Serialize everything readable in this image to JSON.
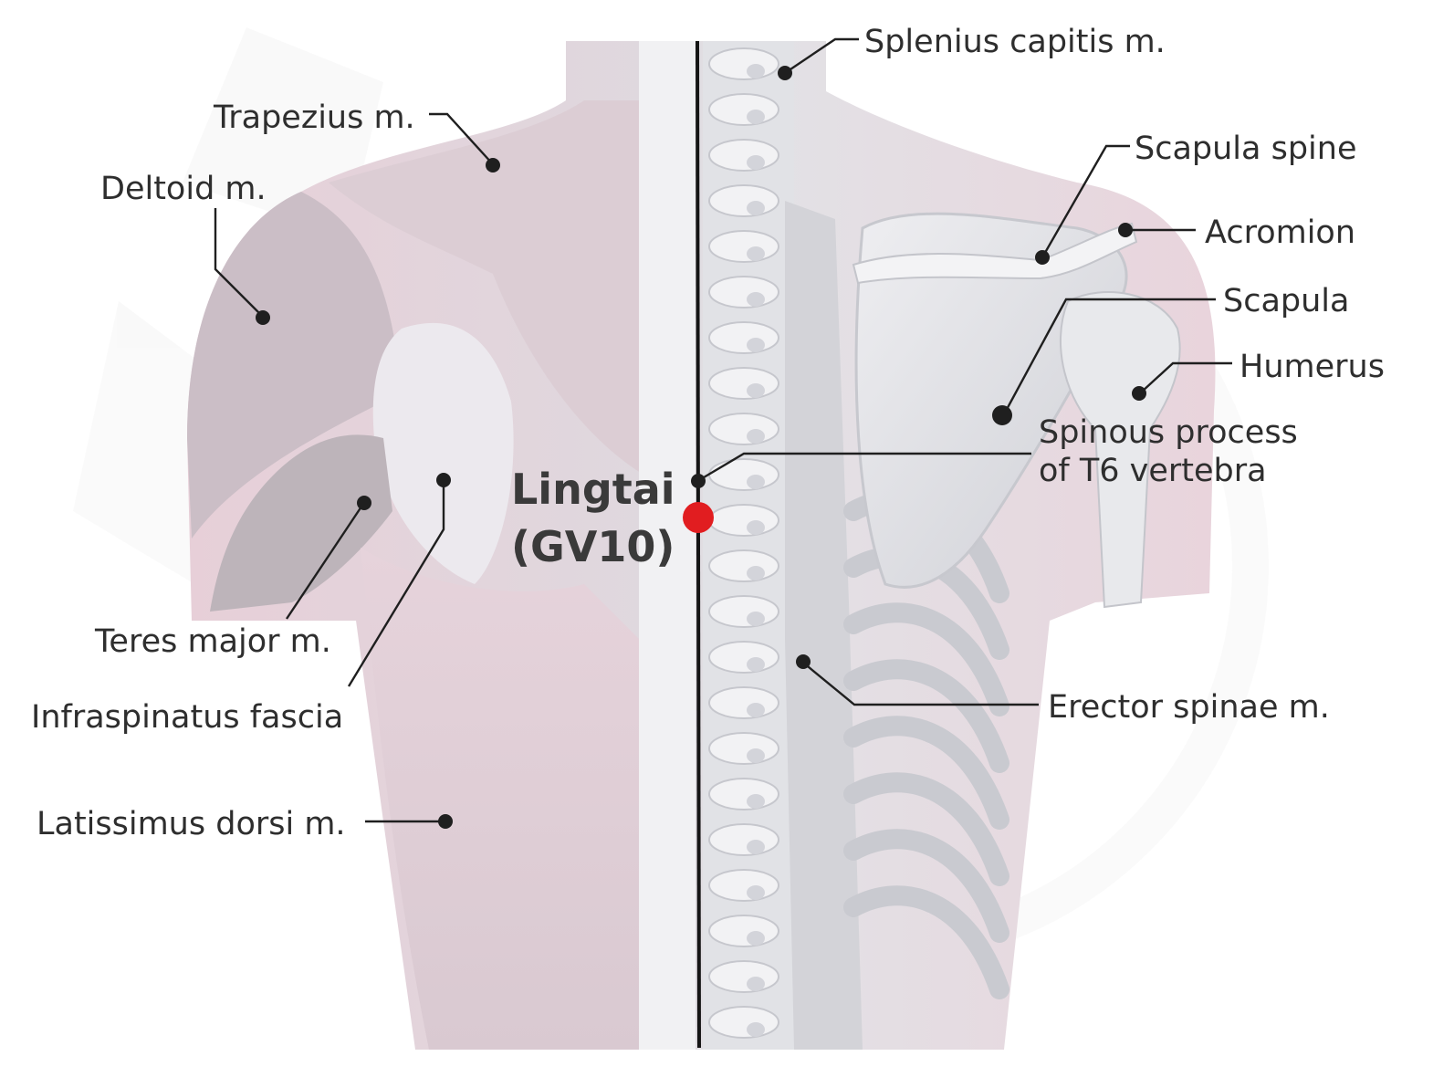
{
  "acupoint": {
    "name": "Lingtai",
    "code": "(GV10)",
    "color": "#e11d20"
  },
  "labels": {
    "splenius_capitis": "Splenius capitis m.",
    "trapezius": "Trapezius m.",
    "deltoid": "Deltoid m.",
    "scapula_spine": "Scapula spine",
    "acromion": "Acromion",
    "scapula": "Scapula",
    "humerus": "Humerus",
    "spinous_process_line1": "Spinous process",
    "spinous_process_line2": "of T6 vertebra",
    "teres_major": "Teres major m.",
    "infraspinatus": "Infraspinatus fascia",
    "erector_spinae": "Erector spinae m.",
    "latissimus": "Latissimus dorsi m."
  },
  "colors": {
    "muscle_pink": "#eccbd6",
    "bone_grey": "#dcdde2",
    "line": "#1f1f1f"
  }
}
